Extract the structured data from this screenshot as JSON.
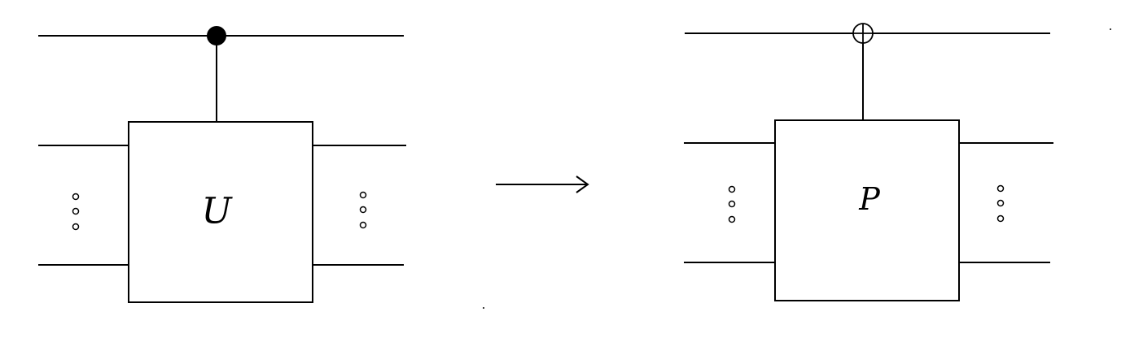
{
  "left_circuit": {
    "control_type": "filled-dot",
    "gate_label": "U"
  },
  "right_circuit": {
    "control_type": "oplus",
    "gate_label": "P"
  },
  "arrow": {
    "direction": "right"
  },
  "colors": {
    "line": "#000000",
    "background": "#ffffff"
  }
}
